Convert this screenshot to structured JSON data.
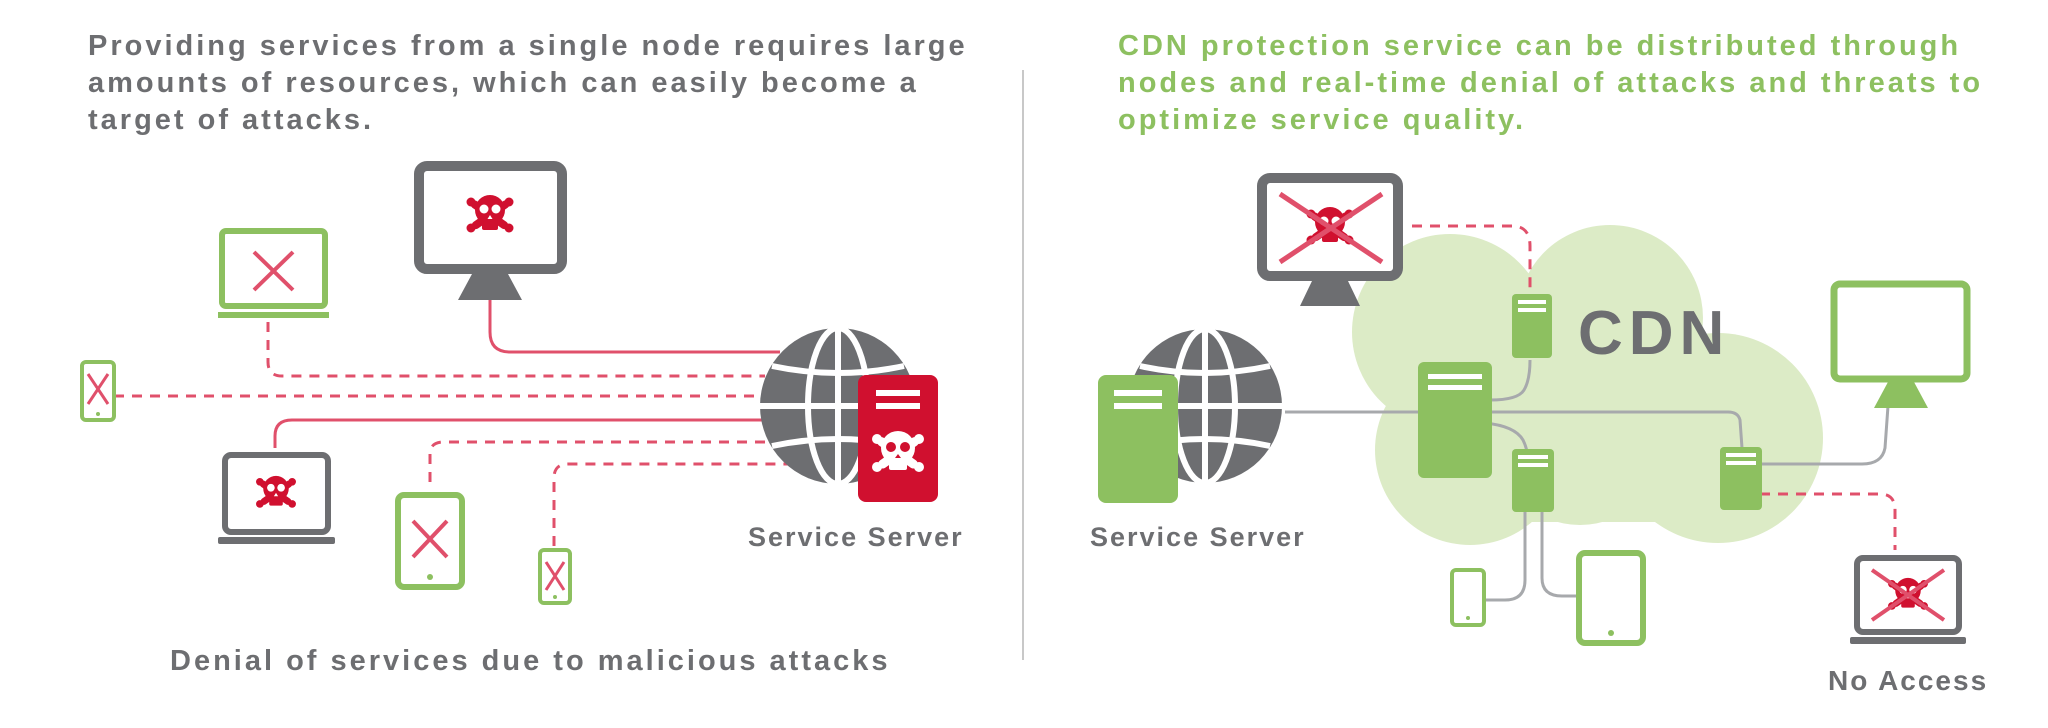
{
  "left_panel": {
    "description": "Providing services from a single node requires large amounts of resources, which can easily become a target of attacks.",
    "server_label": "Service Server",
    "caption": "Denial of services due to malicious attacks"
  },
  "right_panel": {
    "description": "CDN protection service can be distributed through nodes and real-time denial of attacks and threats to optimize service quality.",
    "server_label": "Service Server",
    "cloud_label": "CDN",
    "blocked_label": "No Access"
  },
  "colors": {
    "gray": "#6d6e71",
    "green": "#8dc060",
    "red": "#d0102f",
    "pink_line": "#e0506b",
    "cloud": "#dcebc6"
  },
  "icons": [
    "skull-icon",
    "x-mark-icon",
    "globe-icon",
    "server-icon",
    "monitor-icon",
    "laptop-icon",
    "tablet-icon",
    "phone-icon",
    "cloud-icon"
  ]
}
